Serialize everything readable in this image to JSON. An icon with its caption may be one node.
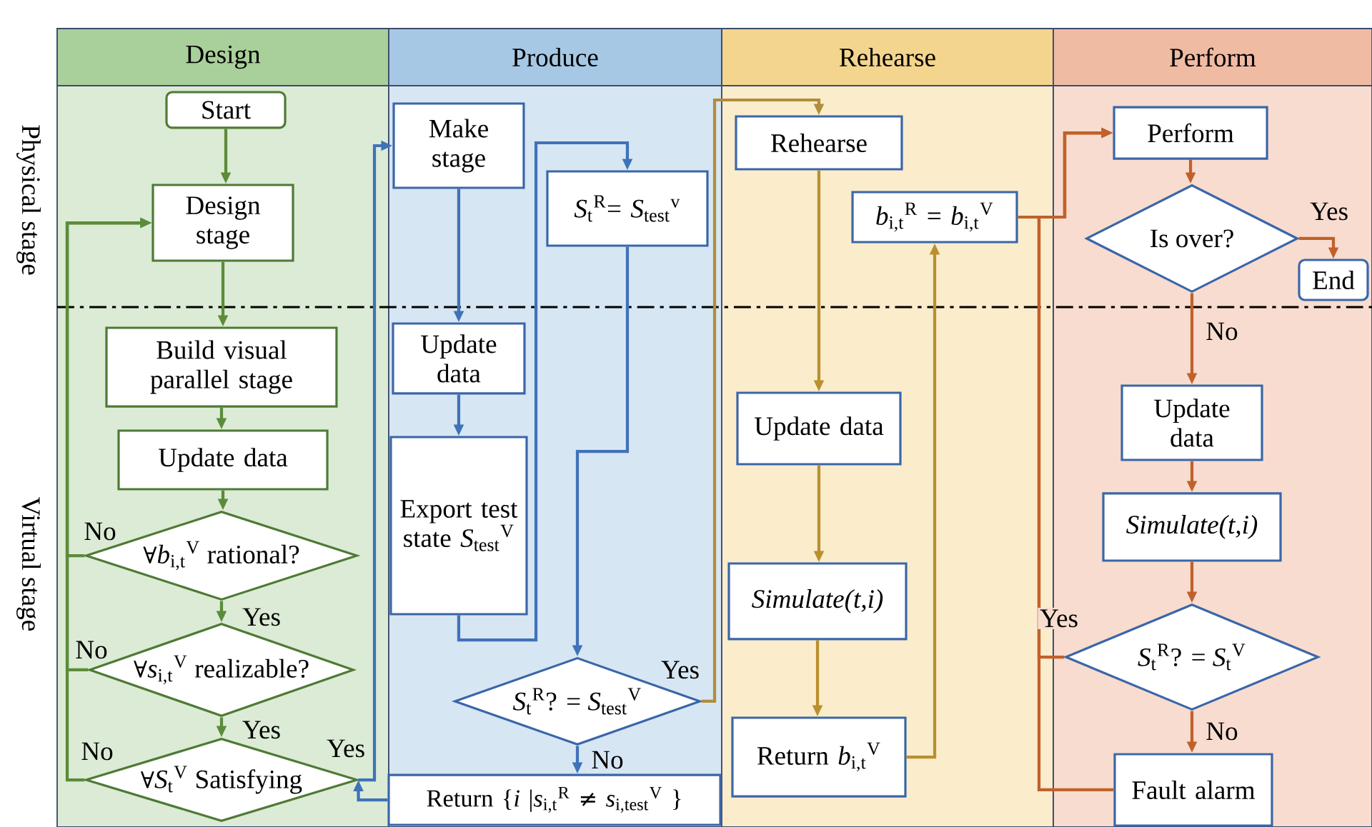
{
  "diagram": {
    "nodes": [
      {
        "text": [
          "Design"
        ]
      },
      {
        "text": [
          "Produce"
        ]
      },
      {
        "text": [
          "Rehearse"
        ]
      },
      {
        "text": [
          "Perform"
        ]
      },
      {
        "text": [
          "Start"
        ],
        "in": 0
      },
      {
        "text": [
          "Design stage"
        ],
        "in": 0
      },
      {
        "text": [
          "Build visual parallel stage"
        ],
        "in": 0
      },
      {
        "text": [
          "Update data"
        ],
        "in": 0
      },
      {
        "text": [
          "∀*b*$_{i,t}$$^{V}$ rational?"
        ],
        "in": 0
      },
      {
        "text": [
          "∀*s*$_{i,t}$$^{V}$ realizable?"
        ],
        "in": 0
      },
      {
        "text": [
          "∀*S*$_{t}$$^{V}$ Satisfying"
        ],
        "in": 0
      },
      {
        "text": [
          "Make stage"
        ],
        "in": 1
      },
      {
        "text": [
          "*S*$_{t}$$^{R}$= *S*$_{test}$$^{v}$"
        ],
        "in": 1
      },
      {
        "text": [
          "Update data"
        ],
        "in": 1
      },
      {
        "text": [
          "Export test state *S*$_{test}$$^{V}$"
        ],
        "in": 1
      },
      {
        "text": [
          "*S*$_{t}$$^{R}$? = *S*$_{test}$$^{V}$"
        ],
        "in": 1
      },
      {
        "text": [
          "Return {*i* |*s*$_{i,t}$$^{R}$ ≠ *s*$_{i,test}$$^{V}$ }"
        ],
        "in": 1
      },
      {
        "text": [
          "Rehearse"
        ],
        "in": 2
      },
      {
        "text": [
          "*b*$_{i,t}$$^{R}$ = *b*$_{i,t}$$^{V}$"
        ],
        "in": 2
      },
      {
        "text": [
          "Update data"
        ],
        "in": 2
      },
      {
        "text": [
          "Simulate(t,i)"
        ],
        "in": 2
      },
      {
        "text": [
          "Return *b*$_{i,t}$$^{V}$"
        ],
        "in": 2
      },
      {
        "text": [
          "Perform"
        ],
        "in": 3
      },
      {
        "text": [
          "Is over?"
        ],
        "in": 3
      },
      {
        "text": [
          "End"
        ],
        "in": 3
      },
      {
        "text": [
          "Update data"
        ],
        "in": 3
      },
      {
        "text": [
          "Simulate(t,i)"
        ],
        "in": 3
      },
      {
        "text": [
          "*S*$_{t}$$^{R}$? = *S*$_{t}$$^{V}$"
        ],
        "in": 3
      },
      {
        "text": [
          "Fault alarm"
        ],
        "in": 3
      }
    ],
    "edges": [
      {
        "from": 4,
        "to": 5,
        "arrow": "to",
        "color": "#5b8c3a"
      },
      {
        "from": 5,
        "to": 6,
        "arrow": "to",
        "color": "#5b8c3a"
      },
      {
        "from": 6,
        "to": 7,
        "arrow": "to",
        "color": "#5b8c3a"
      },
      {
        "from": 7,
        "to": 8,
        "arrow": "to",
        "color": "#5b8c3a"
      },
      {
        "from": 8,
        "to": 9,
        "arrow": "to",
        "label": "Yes",
        "color": "#5b8c3a"
      },
      {
        "from": 9,
        "to": 10,
        "arrow": "to",
        "label": "Yes",
        "color": "#5b8c3a"
      },
      {
        "from": 8,
        "to": 5,
        "arrow": "to",
        "label": "No",
        "color": "#5b8c3a"
      },
      {
        "from": 9,
        "to": 5,
        "arrow": "to",
        "label": "No",
        "color": "#5b8c3a"
      },
      {
        "from": 10,
        "to": 5,
        "arrow": "to",
        "label": "No",
        "color": "#5b8c3a"
      },
      {
        "from": 10,
        "to": 11,
        "arrow": "to",
        "label": "Yes",
        "color": "#3f72b8"
      },
      {
        "from": 16,
        "to": 10,
        "arrow": "to",
        "color": "#3f72b8"
      },
      {
        "from": 11,
        "to": 13,
        "arrow": "to",
        "color": "#3f72b8"
      },
      {
        "from": 13,
        "to": 14,
        "arrow": "to",
        "color": "#3f72b8"
      },
      {
        "from": 14,
        "to": 12,
        "arrow": "to",
        "color": "#3f72b8"
      },
      {
        "from": 12,
        "to": 15,
        "arrow": "to",
        "color": "#3f72b8"
      },
      {
        "from": 15,
        "to": 16,
        "arrow": "to",
        "label": "No",
        "color": "#3f72b8"
      },
      {
        "from": 15,
        "to": 17,
        "arrow": "to",
        "label": "Yes",
        "color": "#b08d3a"
      },
      {
        "from": 17,
        "to": 19,
        "arrow": "to",
        "color": "#b8902e"
      },
      {
        "from": 19,
        "to": 20,
        "arrow": "to",
        "color": "#b8902e"
      },
      {
        "from": 20,
        "to": 21,
        "arrow": "to",
        "color": "#b8902e"
      },
      {
        "from": 21,
        "to": 18,
        "arrow": "to",
        "color": "#b8902e"
      },
      {
        "from": 18,
        "to": 22,
        "arrow": "to",
        "color": "#c0612b"
      },
      {
        "from": 22,
        "to": 23,
        "arrow": "to",
        "color": "#c0612b"
      },
      {
        "from": 23,
        "to": 24,
        "arrow": "to",
        "label": "Yes",
        "color": "#c0612b"
      },
      {
        "from": 23,
        "to": 25,
        "arrow": "to",
        "label": "No",
        "color": "#c0612b"
      },
      {
        "from": 25,
        "to": 26,
        "arrow": "to",
        "color": "#c0612b"
      },
      {
        "from": 26,
        "to": 27,
        "arrow": "to",
        "color": "#c0612b"
      },
      {
        "from": 27,
        "to": 28,
        "arrow": "to",
        "label": "No",
        "color": "#c0612b"
      },
      {
        "from": 27,
        "to": 22,
        "arrow": "to",
        "label": "Yes",
        "color": "#c0612b"
      },
      {
        "from": 28,
        "to": 22,
        "arrow": "to",
        "color": "#c0612b"
      }
    ],
    "labels": [
      "Physical stage",
      "Virtual stage"
    ]
  }
}
